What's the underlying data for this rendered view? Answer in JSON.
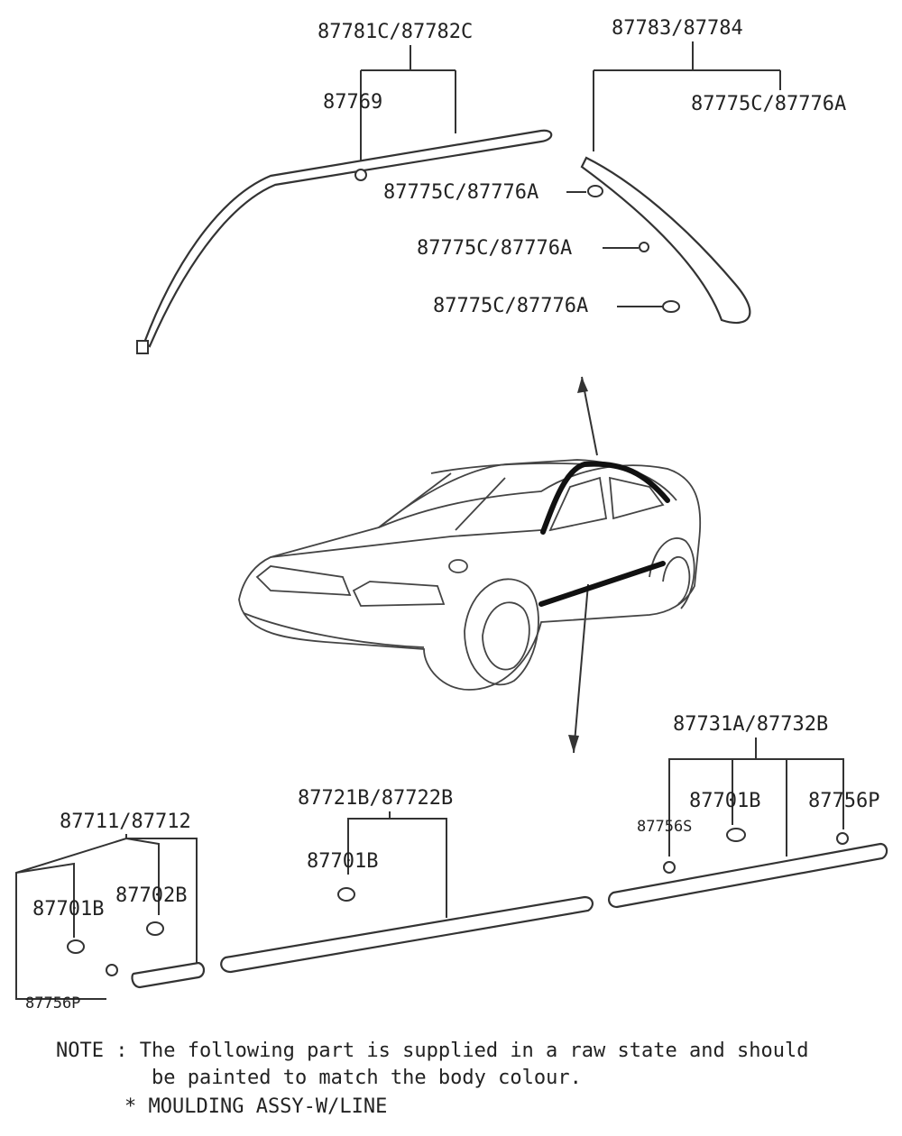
{
  "labels": {
    "top_left_assy": "87781C/87782C",
    "top_left_clip": "87769",
    "top_right_assy": "87783/87784",
    "top_right_sub": "87775C/87776A",
    "clip_a": "87775C/87776A",
    "clip_b": "87775C/87776A",
    "clip_c": "87775C/87776A",
    "bl_assy": "87711/87712",
    "bl_clip1": "87701B",
    "bl_clip2": "87702B",
    "bl_pin": "87756P",
    "bm_assy": "87721B/87722B",
    "bm_clip": "87701B",
    "br_assy": "87731A/87732B",
    "br_clip": "87701B",
    "br_pin_left": "87756S",
    "br_pin_right": "87756P"
  },
  "note": {
    "line1": "NOTE : The following part is supplied in a raw state and should",
    "line2": "be painted to match the body colour.",
    "line3": "* MOULDING ASSY-W/LINE"
  }
}
